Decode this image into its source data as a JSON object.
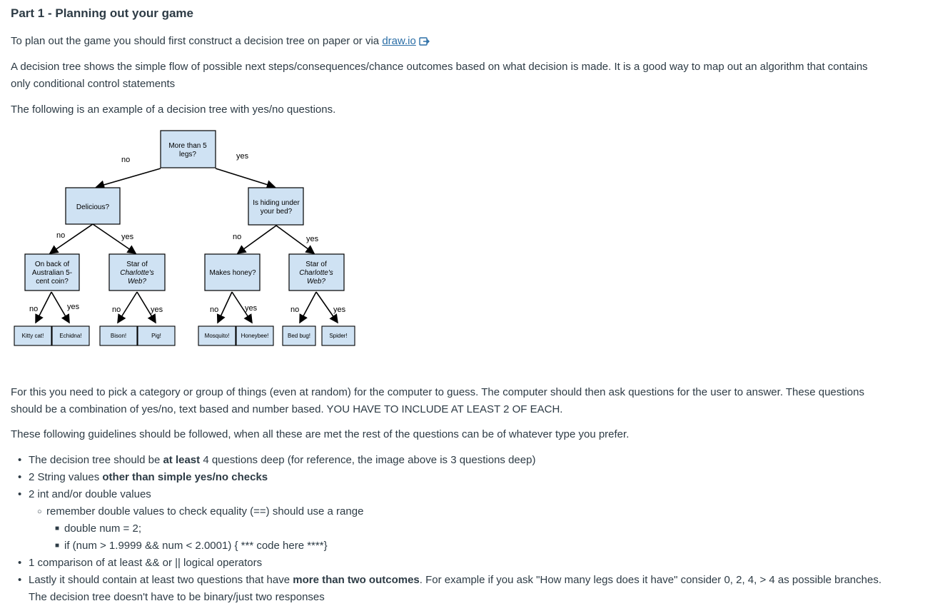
{
  "heading": "Part 1 - Planning out your game",
  "intro": {
    "before_link": "To plan out the game you should first construct a decision tree on paper or via ",
    "link_text": "draw.io",
    "link_icon": "external-link-icon"
  },
  "para_tree_line1": "A decision tree shows the simple flow of possible next steps/consequences/chance outcomes based on what decision is made. It is a good way to map out an algorithm that contains",
  "para_tree_line2": "only conditional control statements",
  "para_example": "The following is an example of a decision tree with yes/no questions.",
  "tree": {
    "root": [
      "More than 5",
      "legs?"
    ],
    "delicious": "Delicious?",
    "hiding": [
      "Is hiding under",
      "your bed?"
    ],
    "australian": [
      "On back of",
      "Australian 5-",
      "cent coin?"
    ],
    "star1": [
      "Star of",
      "Charlotte's",
      "Web?"
    ],
    "honey": "Makes honey?",
    "star2": [
      "Star of",
      "Charlotte's",
      "Web?"
    ],
    "leaves": [
      "Kitty cat!",
      "Echidna!",
      "Bison!",
      "Pig!",
      "Mosquito!",
      "Honeybee!",
      "Bed bug!",
      "Spider!"
    ],
    "no": "no",
    "yes": "yes",
    "node_fill": "#cfe2f3"
  },
  "para_category_line1": "For this you need to pick a category or group of things (even at random) for the computer to guess. The computer should then ask questions for the user to answer. These questions",
  "para_category_line2": "should be a combination of yes/no, text based and number based.  YOU HAVE TO INCLUDE AT LEAST 2 OF EACH.",
  "para_guidelines": "These following guidelines should be followed, when all these are met the rest of the questions can be of whatever type you prefer.",
  "list": {
    "item1": {
      "pre": "The decision tree should be ",
      "bold": "at least",
      "post": " 4 questions deep (for reference, the image above is 3 questions deep)"
    },
    "item2": {
      "pre": "2 String values ",
      "bold": "other than simple yes/no checks"
    },
    "item3": "2 int and/or double values",
    "item3_sub": "remember double values to check equality (==) should use a range",
    "code1": "double num = 2;",
    "code2": "if (num > 1.9999 && num < 2.0001) { *** code here ****}",
    "item4": "1 comparison of at least && or || logical operators",
    "item5": {
      "pre": "Lastly it should contain at least two questions that have ",
      "bold": "more than two outcomes",
      "post": ". For example if you ask \"How many legs does it have\" consider 0, 2, 4, > 4 as possible branches.",
      "line2": "The decision tree doesn't have to be binary/just two responses"
    }
  }
}
